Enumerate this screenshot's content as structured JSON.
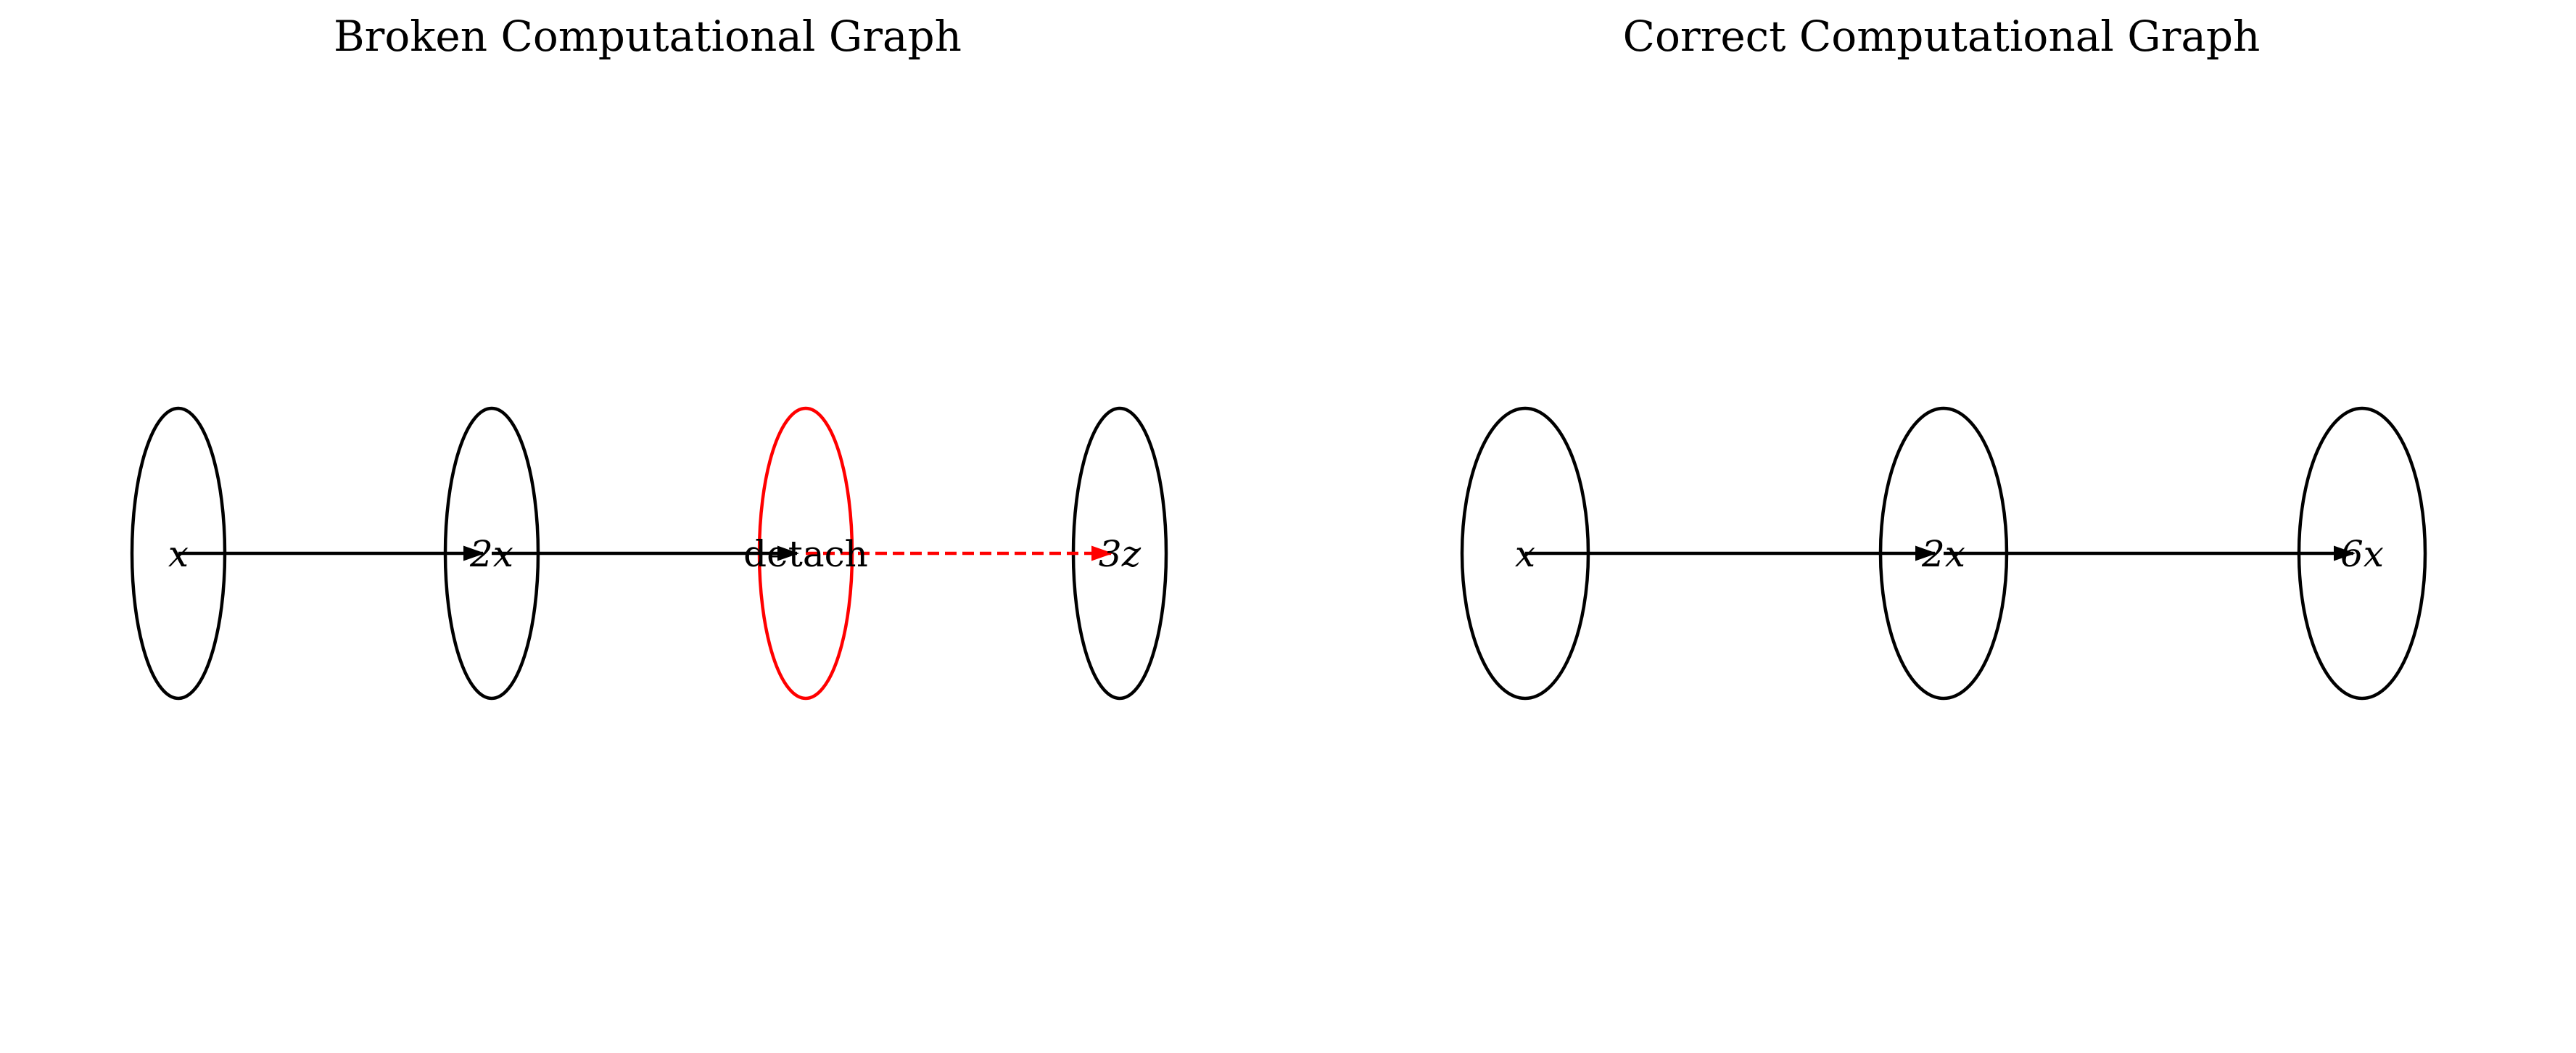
{
  "panels": [
    {
      "title": "Broken Computational Graph",
      "nodes": [
        {
          "id": "x",
          "label": "x",
          "italic": true,
          "color": "#000000"
        },
        {
          "id": "2x",
          "label": "2x",
          "italic": true,
          "color": "#000000"
        },
        {
          "id": "detach",
          "label": "detach",
          "italic": false,
          "color": "#ff0000"
        },
        {
          "id": "3z",
          "label": "3z",
          "italic": true,
          "color": "#000000"
        }
      ],
      "edges": [
        {
          "from": "x",
          "to": "2x",
          "style": "solid",
          "color": "#000000"
        },
        {
          "from": "2x",
          "to": "detach",
          "style": "solid",
          "color": "#000000"
        },
        {
          "from": "detach",
          "to": "3z",
          "style": "dashed",
          "color": "#ff0000"
        }
      ]
    },
    {
      "title": "Correct Computational Graph",
      "nodes": [
        {
          "id": "x",
          "label": "x",
          "italic": true,
          "color": "#000000"
        },
        {
          "id": "2x",
          "label": "2x",
          "italic": true,
          "color": "#000000"
        },
        {
          "id": "6x",
          "label": "6x",
          "italic": true,
          "color": "#000000"
        }
      ],
      "edges": [
        {
          "from": "x",
          "to": "2x",
          "style": "solid",
          "color": "#000000"
        },
        {
          "from": "2x",
          "to": "6x",
          "style": "solid",
          "color": "#000000"
        }
      ]
    }
  ]
}
